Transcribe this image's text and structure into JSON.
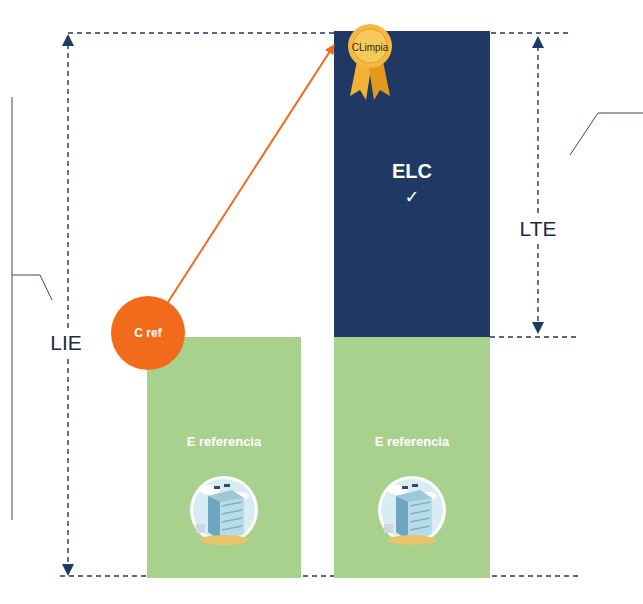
{
  "diagram": {
    "nodes": [
      {
        "text": [
          "E referencia"
        ]
      },
      {
        "text": [
          "C ref"
        ]
      },
      {
        "text": [
          "E referencia"
        ]
      },
      {
        "text": [
          "CLimpia",
          "ELC",
          "✓"
        ]
      }
    ],
    "edges": [
      {
        "from": 1,
        "to": 3,
        "arrow": "to"
      }
    ],
    "labels": [
      "LIE",
      "LTE"
    ]
  }
}
